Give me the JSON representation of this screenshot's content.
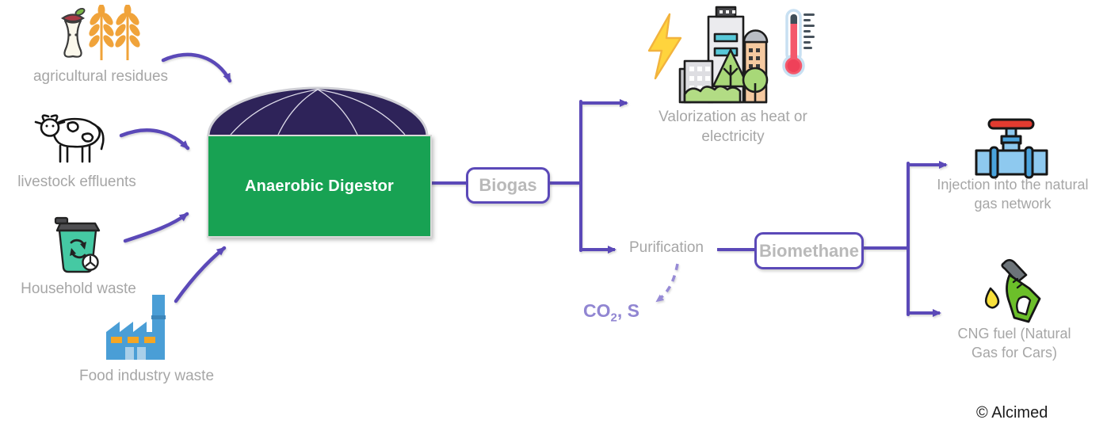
{
  "colors": {
    "accent_purple": "#5b49b8",
    "light_purple": "#9186d2",
    "label_gray": "#a6a6a6",
    "box_text_gray": "#b9b9b9",
    "digestor_green": "#18a253",
    "dome_indigo": "#2e2359"
  },
  "inputs": {
    "agricultural": {
      "label": "agricultural residues",
      "icons": [
        "apple-core-icon",
        "wheat-icon"
      ]
    },
    "livestock": {
      "label": "livestock effluents",
      "icons": [
        "cow-icon"
      ]
    },
    "household": {
      "label": "Household waste",
      "icons": [
        "recycle-bin-icon"
      ]
    },
    "food_industry": {
      "label": "Food industry waste",
      "icons": [
        "factory-icon"
      ]
    }
  },
  "digestor": {
    "label": "Anaerobic Digestor"
  },
  "flow": {
    "biogas_label": "Biogas",
    "purification_label": "Purification",
    "biomethane_label": "Biomethane",
    "byproduct_prefix": "CO",
    "byproduct_sub": "2",
    "byproduct_suffix": ", S"
  },
  "outputs": {
    "valorization": {
      "label": "Valorization as heat or electricity",
      "icons": [
        "lightning-icon",
        "city-icon",
        "thermometer-icon"
      ]
    },
    "injection": {
      "label": "Injection into the natural gas network",
      "icons": [
        "pipeline-valve-icon"
      ]
    },
    "cng": {
      "label": "CNG fuel (Natural Gas for Cars)",
      "icons": [
        "fuel-nozzle-icon"
      ]
    }
  },
  "footer": {
    "credit": "© Alcimed"
  }
}
